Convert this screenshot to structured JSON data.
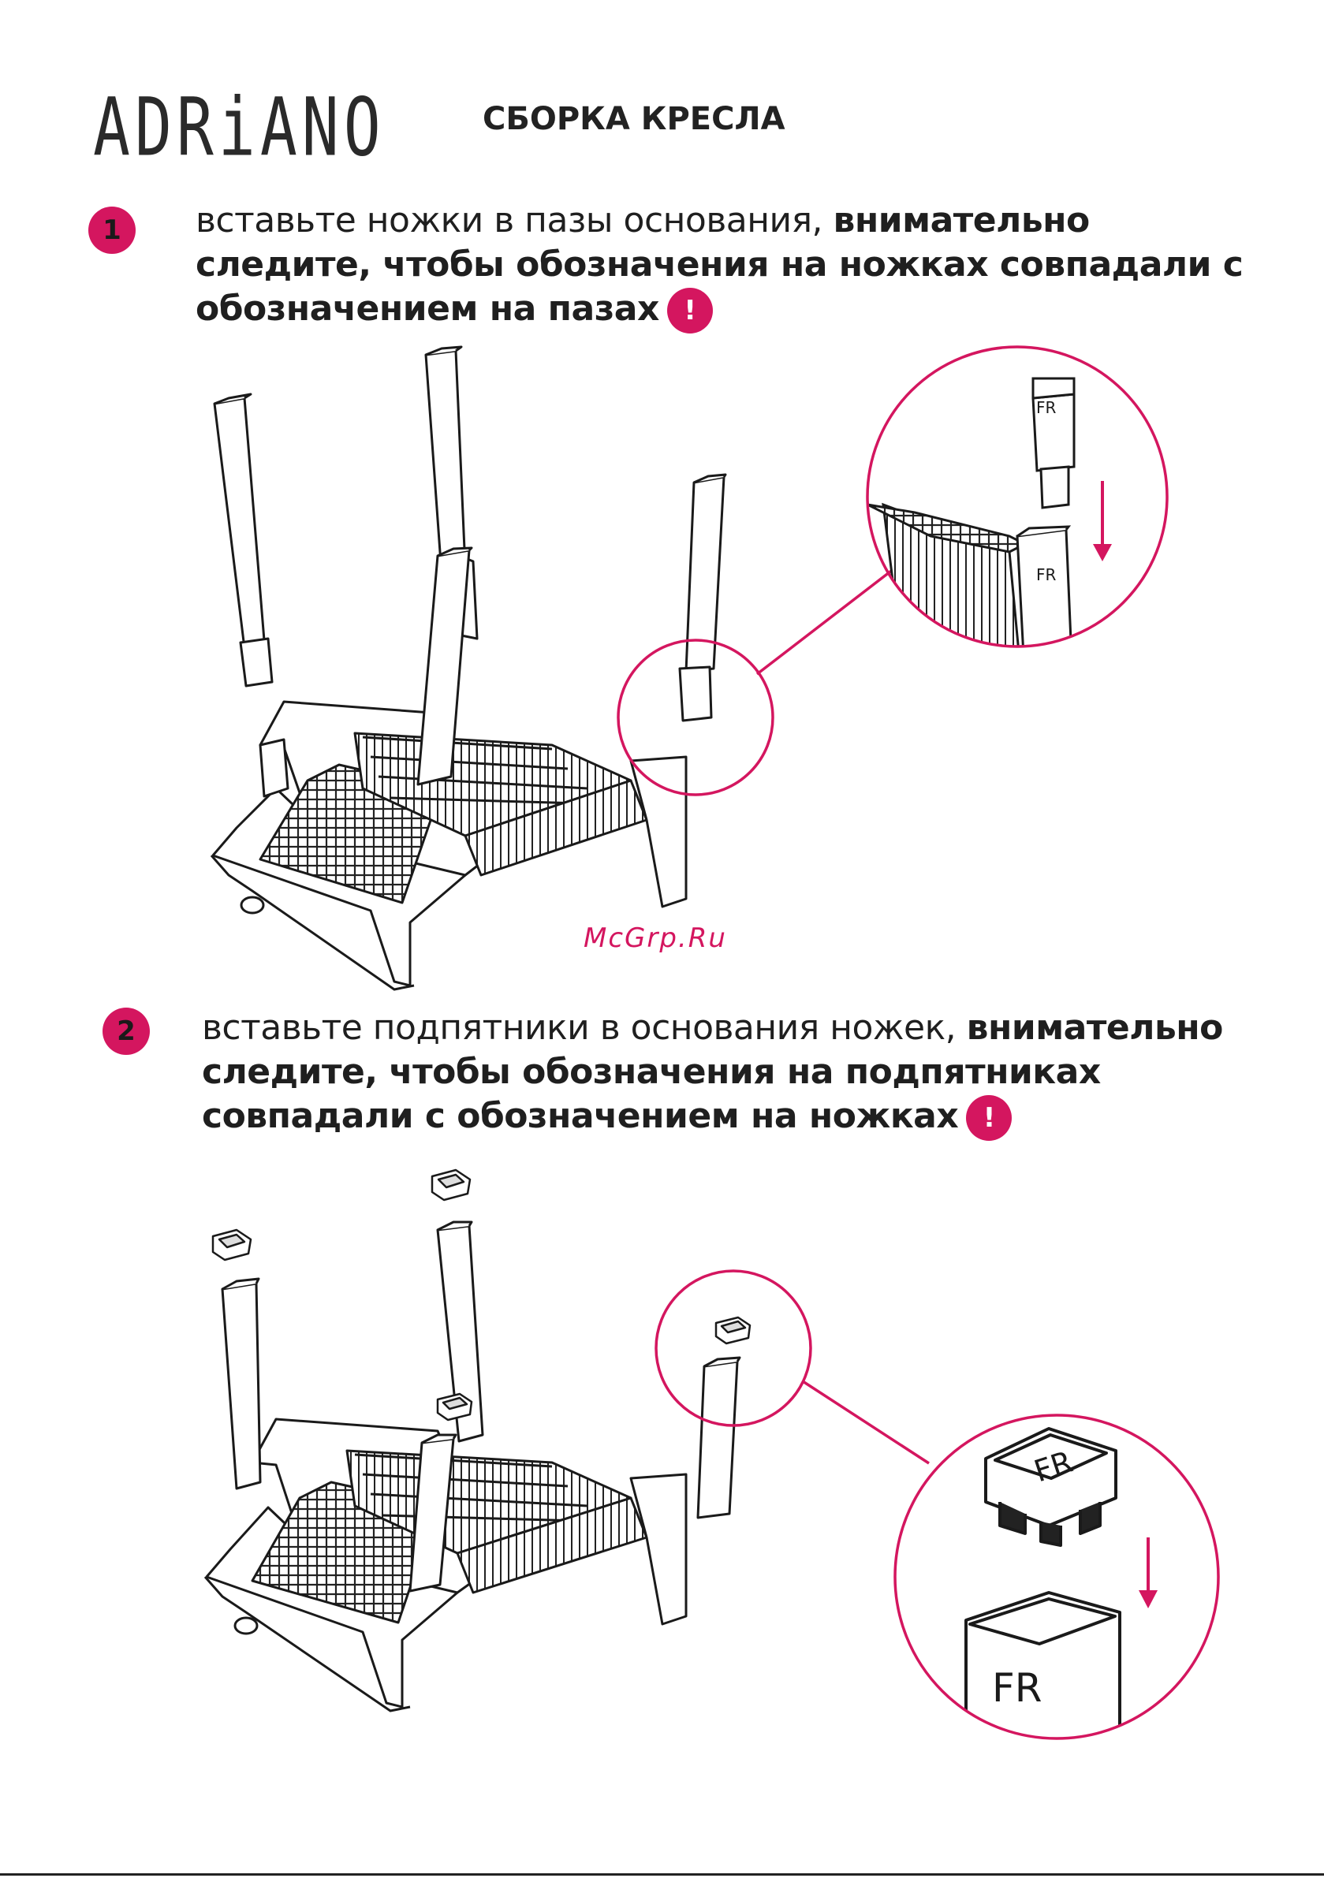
{
  "header": {
    "logo": "ADRiANO",
    "title": "СБОРКА КРЕСЛА"
  },
  "steps": [
    {
      "number": "1",
      "text_regular": "вставьте ножки в пазы основания, ",
      "text_bold": "внимательно следите, чтобы обозначения на ножках совпадали с обозначением на пазах",
      "warning": "!",
      "detail_label_top": "FR",
      "detail_label_bottom": "FR"
    },
    {
      "number": "2",
      "text_regular": "вставьте подпятники в основания ножек, ",
      "text_bold": "внимательно следите, чтобы обозначения на подпятниках совпадали с обозначением на ножках",
      "warning": "!",
      "detail_label_top": "FR",
      "detail_label_bottom": "FR"
    }
  ],
  "watermark": "McGrp.Ru",
  "colors": {
    "accent": "#d4165f",
    "line": "#1a1a1a"
  },
  "icons": [
    "exclamation-icon",
    "arrow-down-icon"
  ]
}
